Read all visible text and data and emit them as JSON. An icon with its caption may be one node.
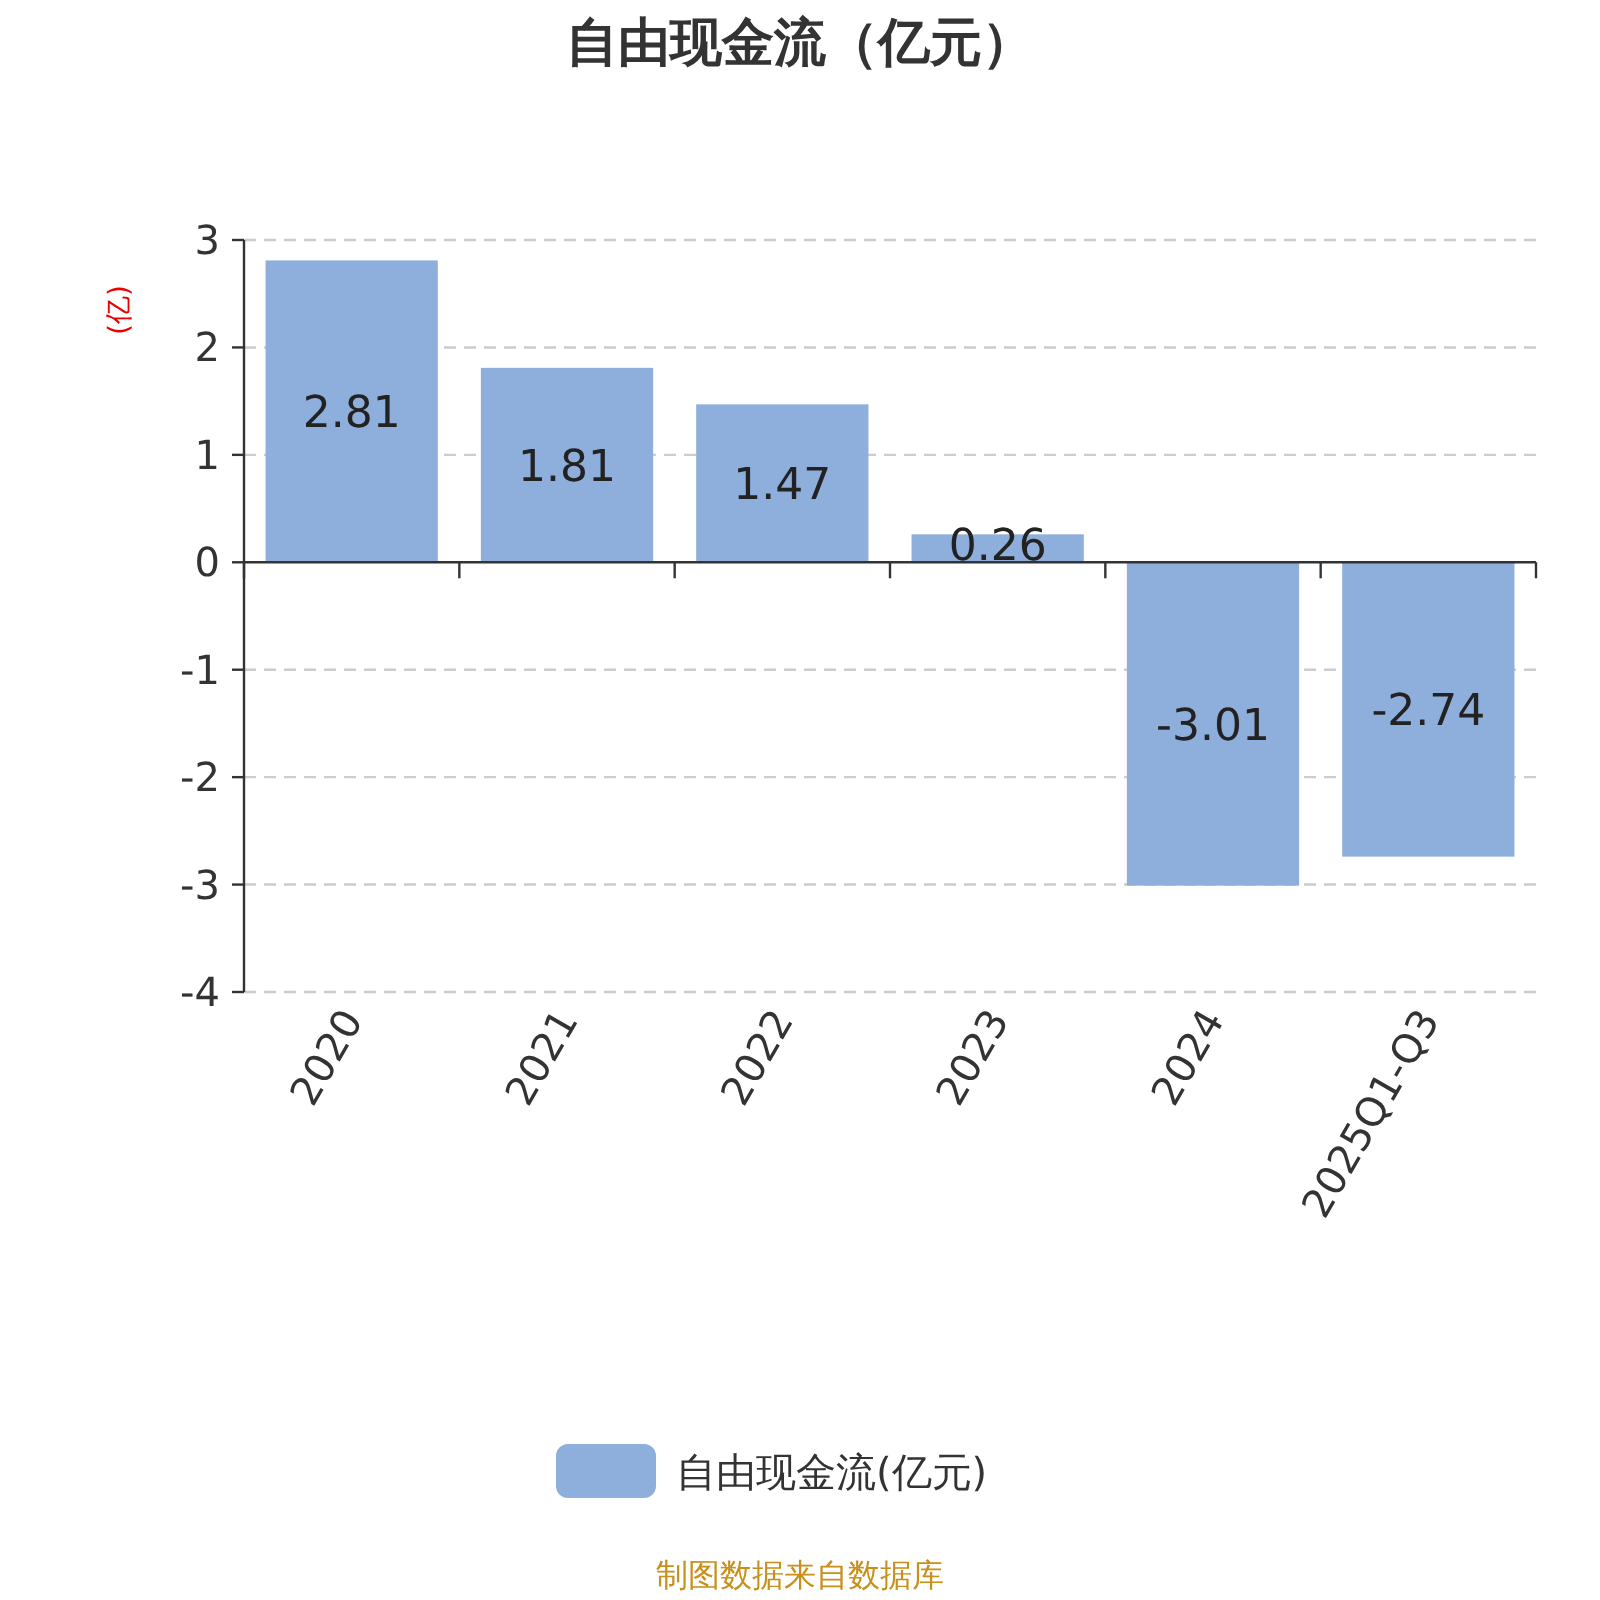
{
  "diagram": {
    "title": "自由现金流（亿元）",
    "chart_data": {
      "type": "bar",
      "ylabel": "(亿)",
      "categories": [
        "2020",
        "2021",
        "2022",
        "2023",
        "2024",
        "2025Q1-Q3"
      ],
      "series": [
        {
          "name": "自由现金流(亿元)",
          "color": "#8eaedb",
          "values": [
            2.81,
            1.81,
            1.47,
            0.26,
            -3.01,
            -2.74
          ]
        }
      ],
      "ylim": [
        -4,
        3
      ],
      "yticks": [
        -4,
        -3,
        -2,
        -1,
        0,
        1,
        2,
        3
      ],
      "grid": true,
      "data_labels": true
    },
    "labels": [
      "制图数据来自数据库"
    ]
  }
}
